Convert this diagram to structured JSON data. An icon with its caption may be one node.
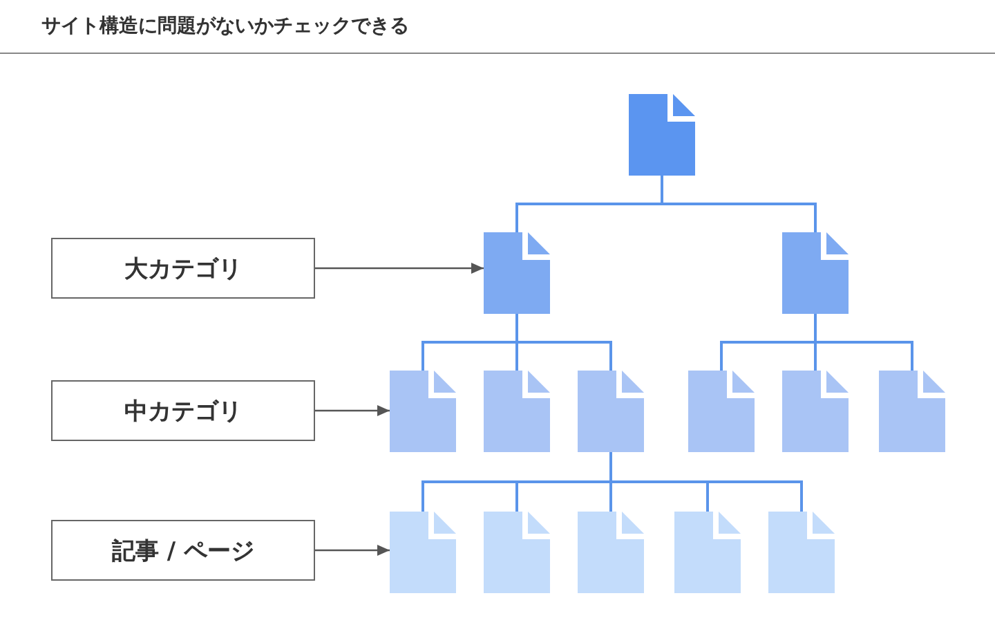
{
  "diagram": {
    "title": "サイト構造に問題がないかチェックできる",
    "nodes": [
      {
        "text": [],
        "shape": "document"
      },
      {
        "text": [],
        "shape": "document"
      },
      {
        "text": [],
        "shape": "document"
      },
      {
        "text": [],
        "shape": "document"
      },
      {
        "text": [],
        "shape": "document"
      },
      {
        "text": [],
        "shape": "document"
      },
      {
        "text": [],
        "shape": "document"
      },
      {
        "text": [],
        "shape": "document"
      },
      {
        "text": [],
        "shape": "document"
      },
      {
        "text": [],
        "shape": "document"
      },
      {
        "text": [],
        "shape": "document"
      },
      {
        "text": [],
        "shape": "document"
      },
      {
        "text": [],
        "shape": "document"
      },
      {
        "text": [],
        "shape": "document"
      },
      {
        "text": [
          "大カテゴリ"
        ]
      },
      {
        "text": [
          "中カテゴリ"
        ]
      },
      {
        "text": [
          "記事 / ページ"
        ]
      }
    ],
    "edges": [
      {
        "from": 0,
        "to": 1,
        "arrow": "none"
      },
      {
        "from": 0,
        "to": 2,
        "arrow": "none"
      },
      {
        "from": 1,
        "to": 3,
        "arrow": "none"
      },
      {
        "from": 1,
        "to": 4,
        "arrow": "none"
      },
      {
        "from": 1,
        "to": 5,
        "arrow": "none"
      },
      {
        "from": 2,
        "to": 6,
        "arrow": "none"
      },
      {
        "from": 2,
        "to": 7,
        "arrow": "none"
      },
      {
        "from": 2,
        "to": 8,
        "arrow": "none"
      },
      {
        "from": 5,
        "to": 9,
        "arrow": "none"
      },
      {
        "from": 5,
        "to": 10,
        "arrow": "none"
      },
      {
        "from": 5,
        "to": 11,
        "arrow": "none"
      },
      {
        "from": 5,
        "to": 12,
        "arrow": "none"
      },
      {
        "from": 5,
        "to": 13,
        "arrow": "none"
      },
      {
        "from": 14,
        "to": 1,
        "arrow": "to",
        "color": "#555555"
      },
      {
        "from": 15,
        "to": 3,
        "arrow": "to",
        "color": "#555555"
      },
      {
        "from": 16,
        "to": 9,
        "arrow": "to",
        "color": "#555555"
      }
    ]
  }
}
